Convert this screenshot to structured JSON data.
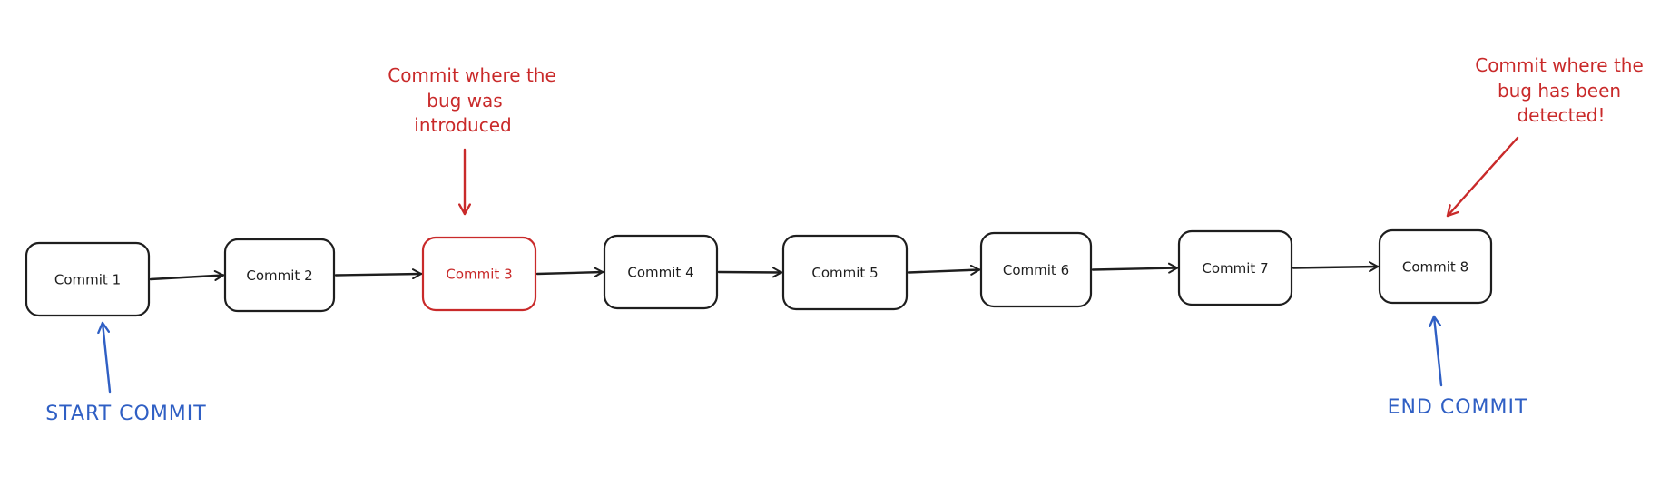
{
  "commits": [
    {
      "label": "Commit 1",
      "highlighted": false
    },
    {
      "label": "Commit 2",
      "highlighted": false
    },
    {
      "label": "Commit 3",
      "highlighted": true
    },
    {
      "label": "Commit 4",
      "highlighted": false
    },
    {
      "label": "Commit 5",
      "highlighted": false
    },
    {
      "label": "Commit 6",
      "highlighted": false
    },
    {
      "label": "Commit 7",
      "highlighted": false
    },
    {
      "label": "Commit 8",
      "highlighted": false
    }
  ],
  "annotations": {
    "bug_introduced": {
      "lines": [
        "Commit where the",
        "bug was",
        "introduced"
      ]
    },
    "bug_detected": {
      "lines": [
        "Commit where the",
        "bug has been",
        "detected!"
      ]
    },
    "start": {
      "text": "START COMMIT"
    },
    "end": {
      "text": "END COMMIT"
    }
  },
  "colors": {
    "ink": "#1e1e1e",
    "bug": "#c92a2a",
    "marker": "#2f5fc4",
    "background": "#ffffff"
  }
}
